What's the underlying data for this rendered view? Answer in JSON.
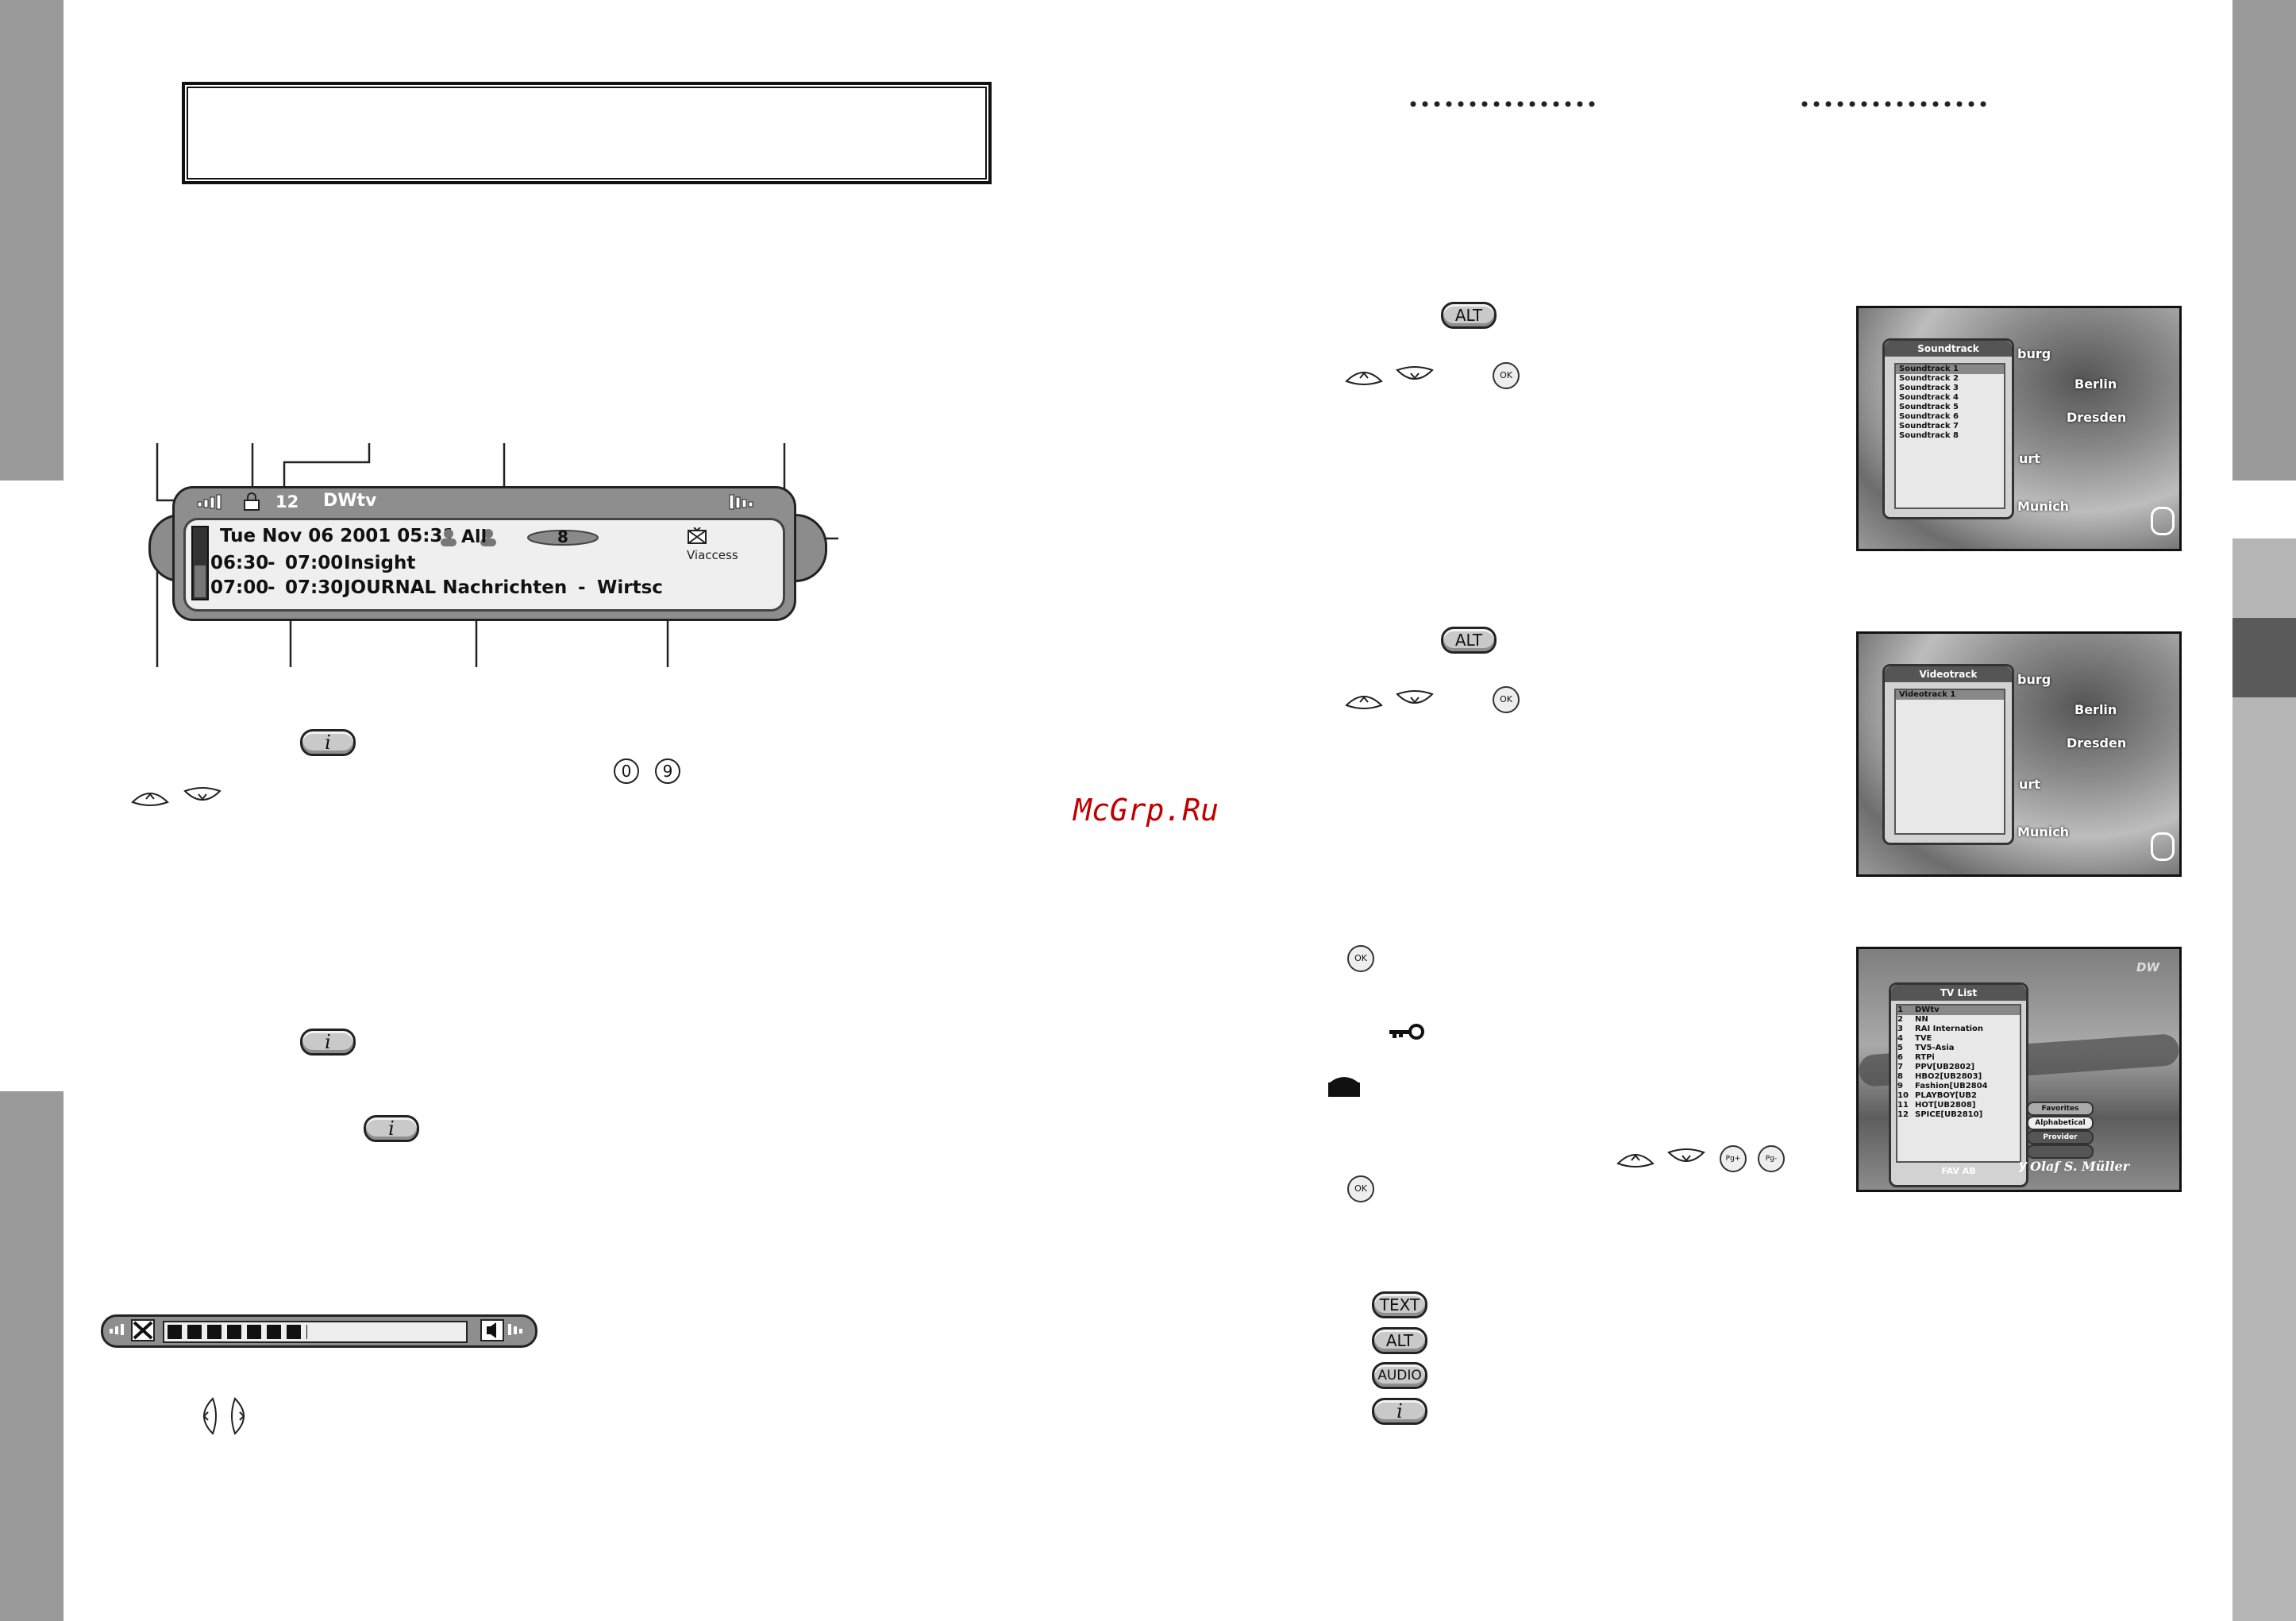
{
  "watermark": "McGrp.Ru",
  "osd_bar": {
    "channel_number": "12",
    "channel_name": "DWtv",
    "datetime": "Tue Nov 06 2001 05:31",
    "age_rating": "All",
    "signal_value": "8",
    "ca_system": "Viaccess",
    "program_1": {
      "start": "06:30",
      "end": "07:00",
      "title": "Insight"
    },
    "program_2": {
      "start": "07:00",
      "end": "07:30",
      "title": "JOURNAL Nachrichten",
      "extra": "Wirtsc"
    },
    "separator": "-"
  },
  "keys": {
    "info": "i",
    "alt": "ALT",
    "ok": "OK",
    "num_zero": "0",
    "num_nine": "9",
    "pg_up": "Pg+",
    "pg_down": "Pg-",
    "text": "TEXT",
    "audio": "AUDIO"
  },
  "soundtrack_screen": {
    "title": "Soundtrack",
    "items": [
      "Soundtrack 1",
      "Soundtrack 2",
      "Soundtrack 3",
      "Soundtrack 4",
      "Soundtrack 5",
      "Soundtrack 6",
      "Soundtrack 7",
      "Soundtrack 8"
    ],
    "cities": [
      "burg",
      "Berlin",
      "Dresden",
      "urt",
      "Munich"
    ]
  },
  "videotrack_screen": {
    "title": "Videotrack",
    "items": [
      "Videotrack 1"
    ],
    "cities": [
      "burg",
      "Berlin",
      "Dresden",
      "urt",
      "Munich"
    ]
  },
  "tvlist_screen": {
    "title": "TV List",
    "logo": "DW",
    "items": [
      {
        "num": "1",
        "name": "DWtv"
      },
      {
        "num": "2",
        "name": "NN"
      },
      {
        "num": "3",
        "name": "RAI Internation"
      },
      {
        "num": "4",
        "name": "TVE"
      },
      {
        "num": "5",
        "name": "TV5-Asia"
      },
      {
        "num": "6",
        "name": "RTPi"
      },
      {
        "num": "7",
        "name": "PPV[UB2802]"
      },
      {
        "num": "8",
        "name": "HBO2[UB2803]"
      },
      {
        "num": "9",
        "name": "Fashion[UB2804"
      },
      {
        "num": "10",
        "name": "PLAYBOY[UB2"
      },
      {
        "num": "11",
        "name": "HOT[UB2808]"
      },
      {
        "num": "12",
        "name": "SPICE[UB2810]"
      }
    ],
    "footer": "FAV AB",
    "menu": [
      "Favorites",
      "Alphabetical",
      "Provider"
    ],
    "caption": "Olaf S. Müller",
    "caption_prefix": "y"
  }
}
